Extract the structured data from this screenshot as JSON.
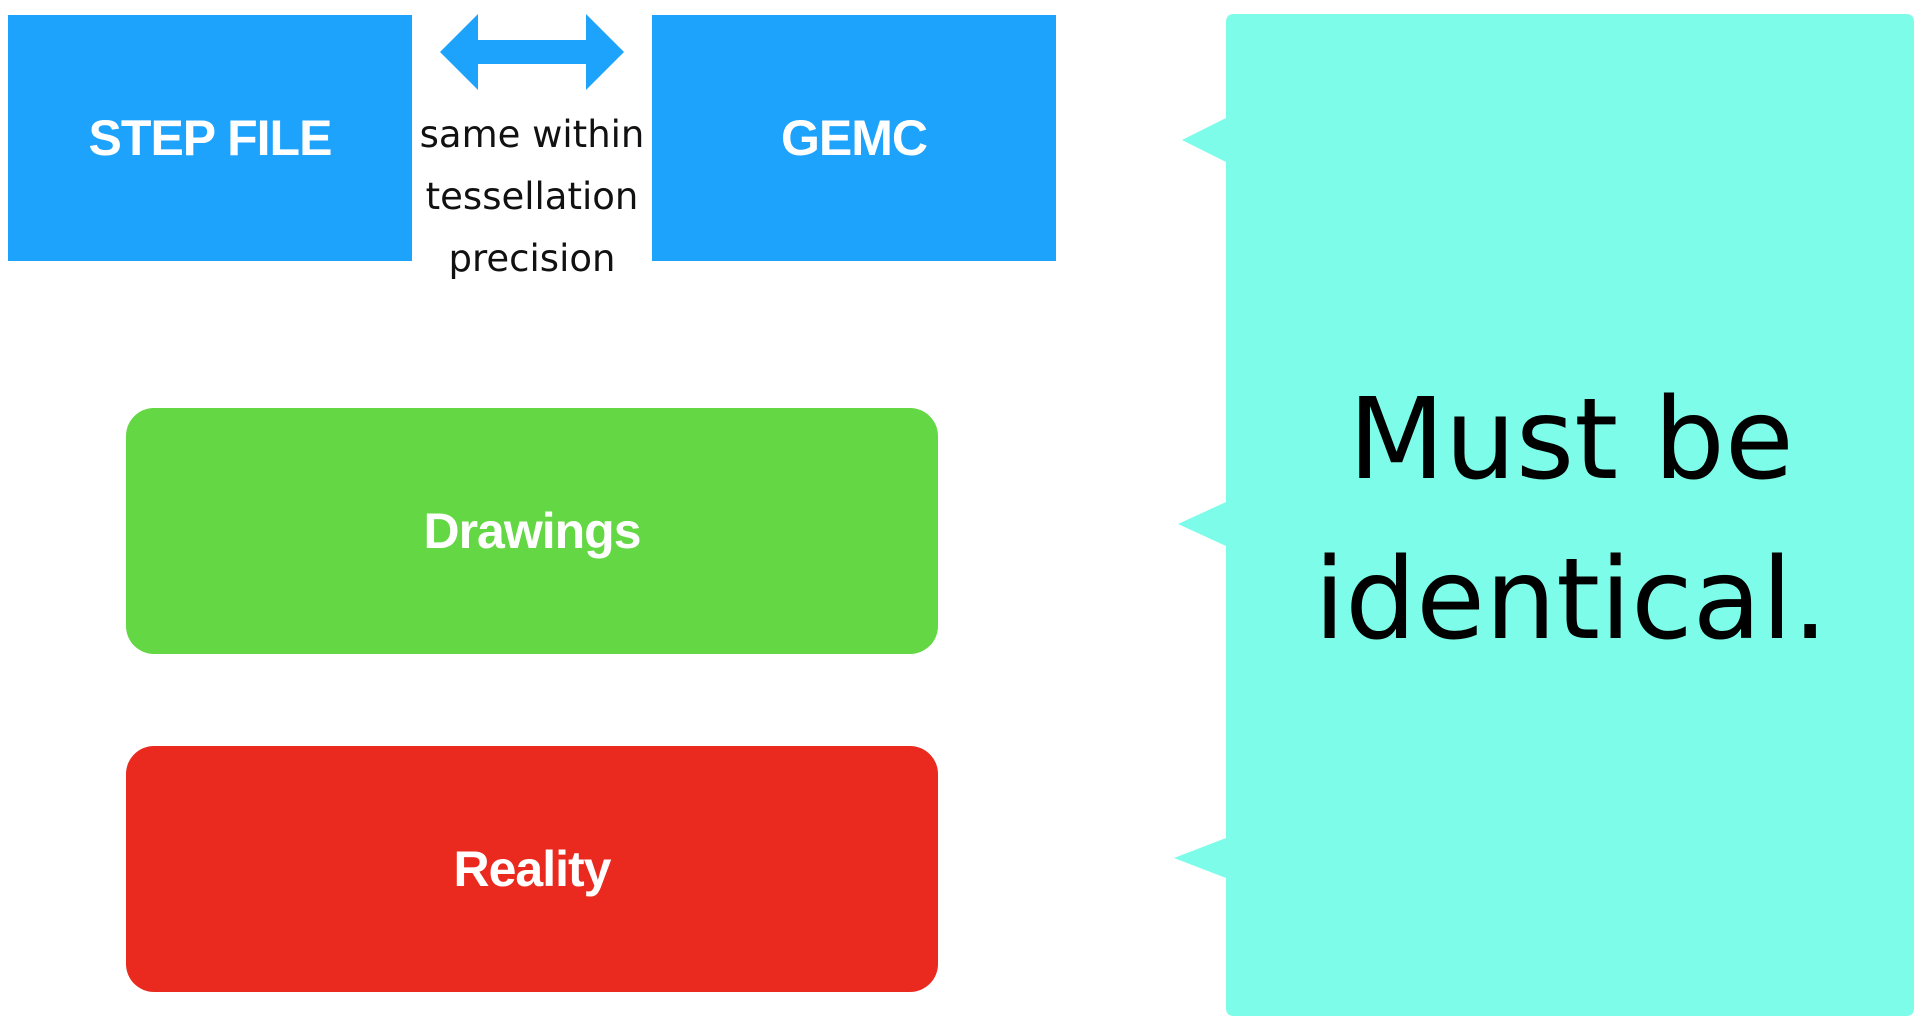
{
  "diagram": {
    "step_file": {
      "label": "STEP FILE",
      "color": "#1ea3fd"
    },
    "gemc": {
      "label": "GEMC",
      "color": "#1ea3fd"
    },
    "relation": {
      "label": "same within\ntessellation\nprecision",
      "arrow_color": "#1ea3fd",
      "icon": "double-arrow-icon"
    },
    "drawings": {
      "label": "Drawings",
      "color": "#63d744"
    },
    "reality": {
      "label": "Reality",
      "color": "#eb2a1f"
    },
    "callout": {
      "text": "Must be\nidentical.",
      "color": "#7dfce9"
    }
  }
}
